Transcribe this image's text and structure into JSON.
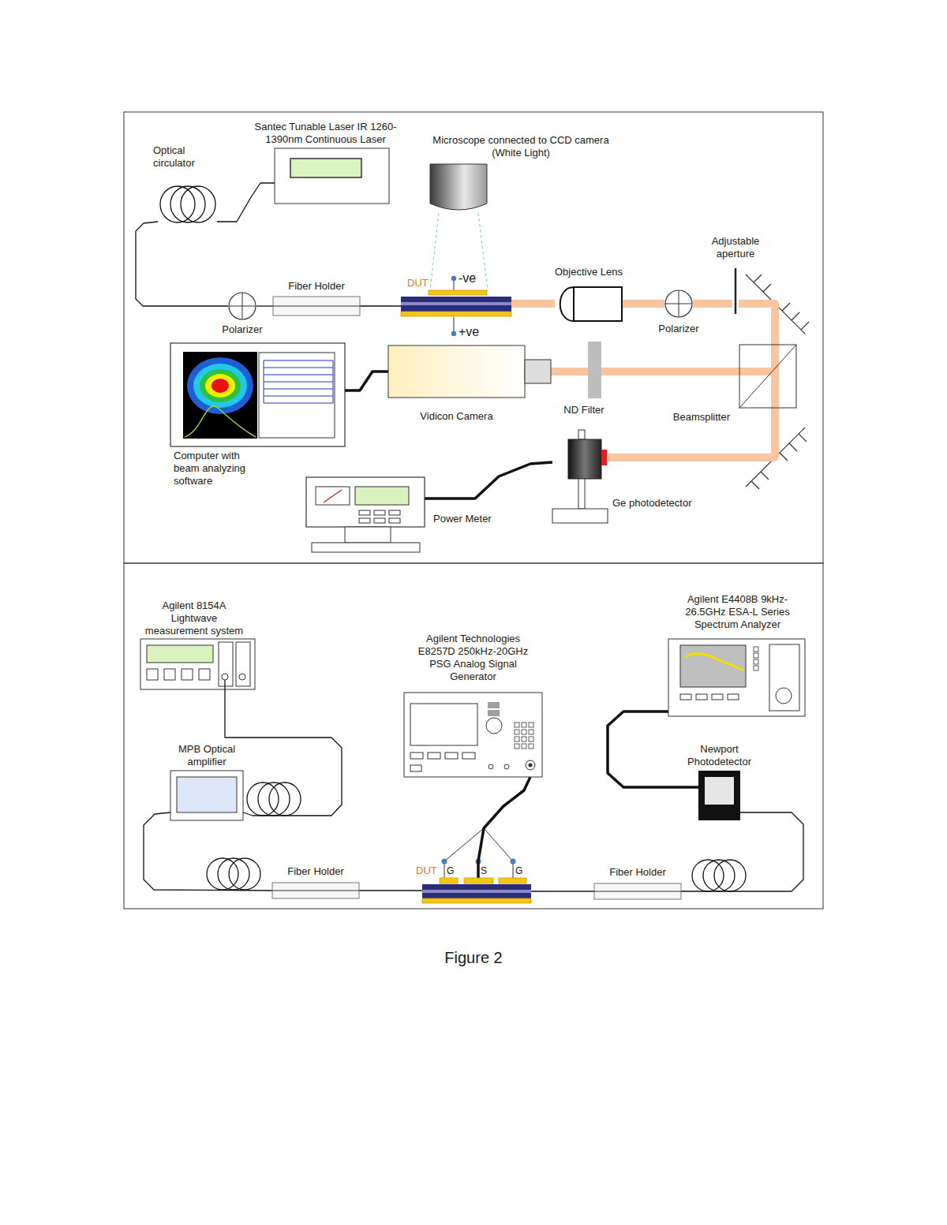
{
  "diagram": {
    "caption": "Figure 2",
    "nodes": [
      {
        "text": [
          "Santec Tunable Laser IR 1260-1390nm Continuous Laser"
        ]
      },
      {
        "text": [
          "Optical circulator"
        ]
      },
      {
        "text": [
          "Polarizer"
        ]
      },
      {
        "text": [
          "Fiber Holder"
        ]
      },
      {
        "text": [
          "DUT"
        ]
      },
      {
        "text": [
          "Microscope connected to CCD camera (White Light)"
        ]
      },
      {
        "text": [
          "Objective Lens"
        ]
      },
      {
        "text": [
          "Polarizer"
        ]
      },
      {
        "text": [
          "Adjustable aperture"
        ]
      },
      {
        "text": [
          "Beamsplitter"
        ]
      },
      {
        "text": [
          "Vidicon Camera"
        ]
      },
      {
        "text": [
          "ND Filter"
        ]
      },
      {
        "text": [
          "Computer with beam analyzing software"
        ]
      },
      {
        "text": [
          "Ge photodetector"
        ]
      },
      {
        "text": [
          "Power Meter"
        ]
      },
      {
        "text": [
          "Agilent 8154A Lightwave measurement system"
        ]
      },
      {
        "text": [
          "MPB Optical amplifier"
        ]
      },
      {
        "text": [
          "Fiber Holder"
        ]
      },
      {
        "text": [
          "DUT"
        ]
      },
      {
        "text": [
          "Agilent Technologies E8257D 250kHz-20GHz PSG Analog Signal Generator"
        ]
      },
      {
        "text": [
          "Fiber Holder"
        ]
      },
      {
        "text": [
          "Newport Photodetector"
        ]
      },
      {
        "text": [
          "Agilent E4408B 9kHz-26.5GHz ESA-L Series Spectrum Analyzer"
        ]
      }
    ],
    "edges": [
      {
        "from": 0,
        "to": 1,
        "arrow": "none"
      },
      {
        "from": 1,
        "to": 2,
        "arrow": "none"
      },
      {
        "from": 2,
        "to": 3,
        "arrow": "none"
      },
      {
        "from": 3,
        "to": 4,
        "arrow": "none"
      },
      {
        "from": 5,
        "to": 4,
        "arrow": "none"
      },
      {
        "from": 4,
        "to": 6,
        "arrow": "none"
      },
      {
        "from": 6,
        "to": 7,
        "arrow": "none"
      },
      {
        "from": 7,
        "to": 8,
        "arrow": "none"
      },
      {
        "from": 8,
        "to": 9,
        "arrow": "none"
      },
      {
        "from": 9,
        "to": 11,
        "arrow": "none"
      },
      {
        "from": 11,
        "to": 10,
        "arrow": "none"
      },
      {
        "from": 10,
        "to": 12,
        "arrow": "none"
      },
      {
        "from": 9,
        "to": 13,
        "arrow": "none"
      },
      {
        "from": 13,
        "to": 14,
        "arrow": "none"
      },
      {
        "from": 15,
        "to": 16,
        "arrow": "none"
      },
      {
        "from": 16,
        "to": 17,
        "arrow": "none"
      },
      {
        "from": 17,
        "to": 18,
        "arrow": "none"
      },
      {
        "from": 19,
        "to": 18,
        "arrow": "none"
      },
      {
        "from": 18,
        "to": 20,
        "arrow": "none"
      },
      {
        "from": 20,
        "to": 21,
        "arrow": "none"
      },
      {
        "from": 21,
        "to": 22,
        "arrow": "none"
      }
    ],
    "labels": [
      "-ve",
      "+ve",
      "G",
      "S",
      "G"
    ]
  }
}
